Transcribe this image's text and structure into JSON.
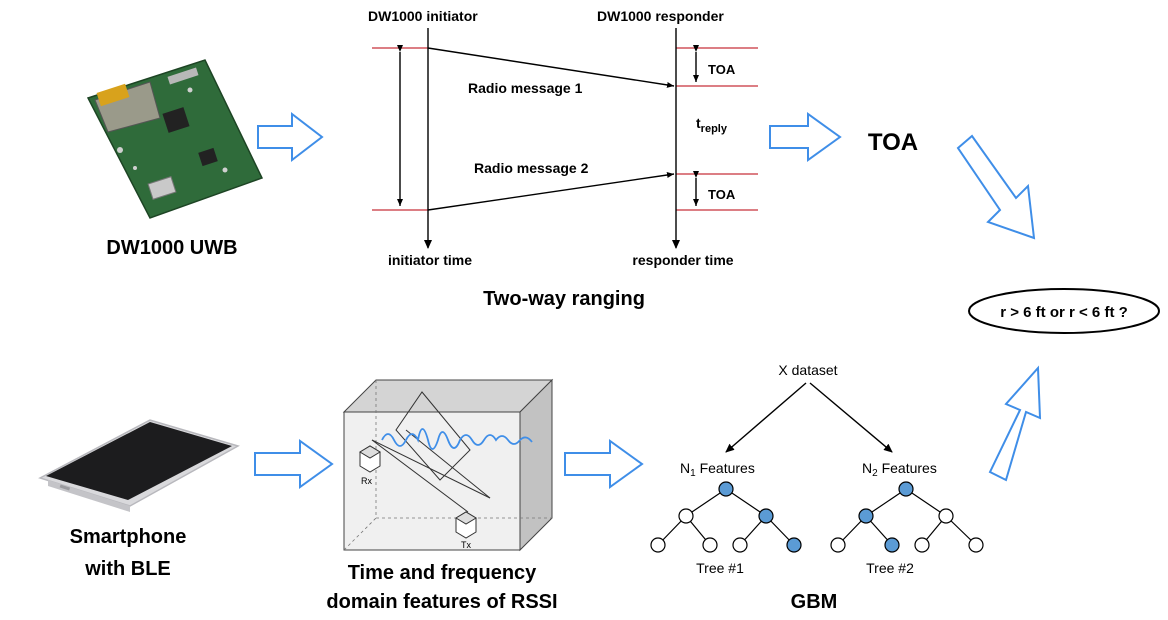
{
  "uwb": {
    "device_label": "DW1000 UWB"
  },
  "ranging": {
    "initiator_label": "DW1000 initiator",
    "responder_label": "DW1000 responder",
    "message1": "Radio message 1",
    "message2": "Radio message 2",
    "toa_top": "TOA",
    "toa_bottom": "TOA",
    "treply_main": "t",
    "treply_sub": "reply",
    "initiator_time": "initiator time",
    "responder_time": "responder time",
    "caption": "Two-way ranging"
  },
  "toa_output": "TOA",
  "decision": "r > 6 ft or r < 6 ft ?",
  "ble": {
    "line1": "Smartphone",
    "line2": "with BLE"
  },
  "rssi": {
    "rx_label": "Rx",
    "tx_label": "Tx",
    "caption_line1": "Time and frequency",
    "caption_line2": "domain features of RSSI"
  },
  "gbm": {
    "dataset_label": "X dataset",
    "n1_main": "N",
    "n1_sub": "1",
    "n1_rest": " Features",
    "n2_main": "N",
    "n2_sub": "2",
    "n2_rest": " Features",
    "tree1_label": "Tree #1",
    "tree2_label": "Tree #2",
    "caption": "GBM"
  },
  "colors": {
    "arrow_stroke": "#3f8ee8",
    "timeline_red": "#c8303a",
    "node_fill": "#5b9bd5",
    "pcb_green": "#2f6b3a"
  }
}
